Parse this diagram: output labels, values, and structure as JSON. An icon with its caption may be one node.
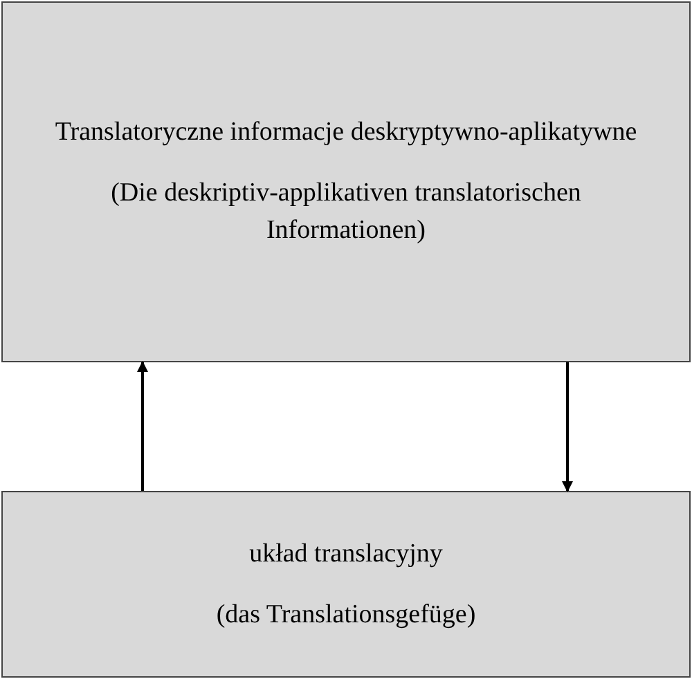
{
  "diagram": {
    "nodes": [
      {
        "text": [
          "Translatoryczne informacje deskryptywno-aplikatywne",
          "(Die deskriptiv-applikativen translatorischen Informationen)"
        ]
      },
      {
        "text": [
          "układ translacyjny",
          "(das Translationsgefüge)"
        ]
      }
    ],
    "edges": [
      {
        "from": 1,
        "to": 0,
        "arrow": "to"
      },
      {
        "from": 0,
        "to": 1,
        "arrow": "to"
      }
    ]
  }
}
